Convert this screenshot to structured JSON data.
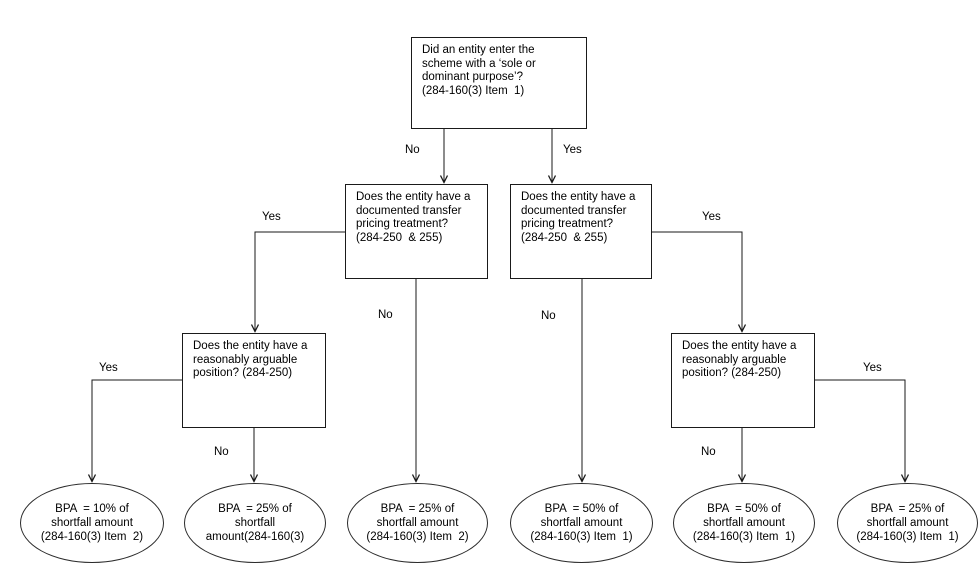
{
  "colors": {
    "background": "#ffffff",
    "line": "#1a1a1a",
    "text": "#000000"
  },
  "nodes": {
    "root": "Did an entity enter the\nscheme with a ‘sole or\ndominant purpose’?\n(284-160(3) Item  1)",
    "doc_left": "Does the entity have a\ndocumented transfer\npricing treatment?\n(284-250  & 255)",
    "doc_right": "Does the entity have a\ndocumented transfer\npricing treatment?\n(284-250  & 255)",
    "rap_left": "Does the entity have a\nreasonably arguable\nposition? (284-250)",
    "rap_right": "Does the entity have a\nreasonably arguable\nposition? (284-250)"
  },
  "outcomes": [
    {
      "text": "BPA  = 10% of\nshortfall amount\n(284-160(3) Item  2)"
    },
    {
      "text": "BPA  = 25% of\nshortfall\namount(284-160(3)"
    },
    {
      "text": "BPA  = 25% of\nshortfall amount\n(284-160(3) Item  2)"
    },
    {
      "text": "BPA  = 50% of\nshortfall amount\n(284-160(3) Item  1)"
    },
    {
      "text": "BPA  = 50% of\nshortfall amount\n(284-160(3) Item  1)"
    },
    {
      "text": "BPA  = 25% of\nshortfall amount\n(284-160(3) Item  1)"
    }
  ],
  "edge_labels": {
    "root_no": "No",
    "root_yes": "Yes",
    "doc_left_yes": "Yes",
    "doc_left_no": "No",
    "doc_right_yes": "Yes",
    "doc_right_no": "No",
    "rap_left_yes": "Yes",
    "rap_left_no": "No",
    "rap_right_yes": "Yes",
    "rap_right_no": "No"
  }
}
